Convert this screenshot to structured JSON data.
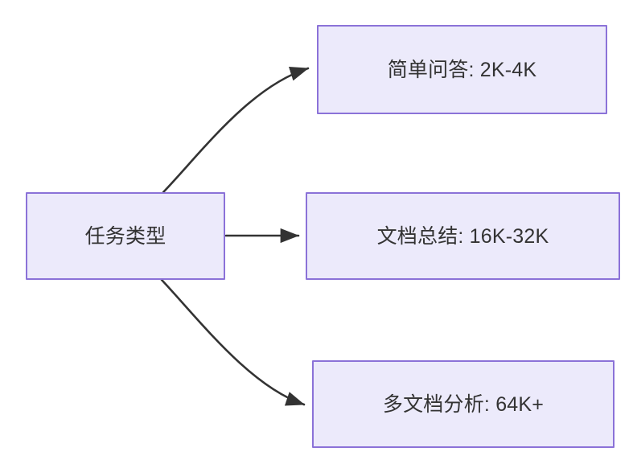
{
  "diagram": {
    "type": "flowchart",
    "direction": "left-to-right",
    "background_color": "#ffffff",
    "node_fill_color": "#ECEAFB",
    "node_border_color": "#8B72D8",
    "node_text_color": "#333333",
    "edge_color": "#333333",
    "nodes": [
      {
        "id": "root",
        "label": "任务类型"
      },
      {
        "id": "simple_qa",
        "label": "简单问答: 2K-4K"
      },
      {
        "id": "doc_summary",
        "label": "文档总结: 16K-32K"
      },
      {
        "id": "multi_doc",
        "label": "多文档分析: 64K+"
      }
    ],
    "edges": [
      {
        "from": "root",
        "to": "simple_qa",
        "style": "curved",
        "arrow": "triangle",
        "label": ""
      },
      {
        "from": "root",
        "to": "doc_summary",
        "style": "straight",
        "arrow": "triangle",
        "label": ""
      },
      {
        "from": "root",
        "to": "multi_doc",
        "style": "curved",
        "arrow": "triangle",
        "label": ""
      }
    ]
  }
}
